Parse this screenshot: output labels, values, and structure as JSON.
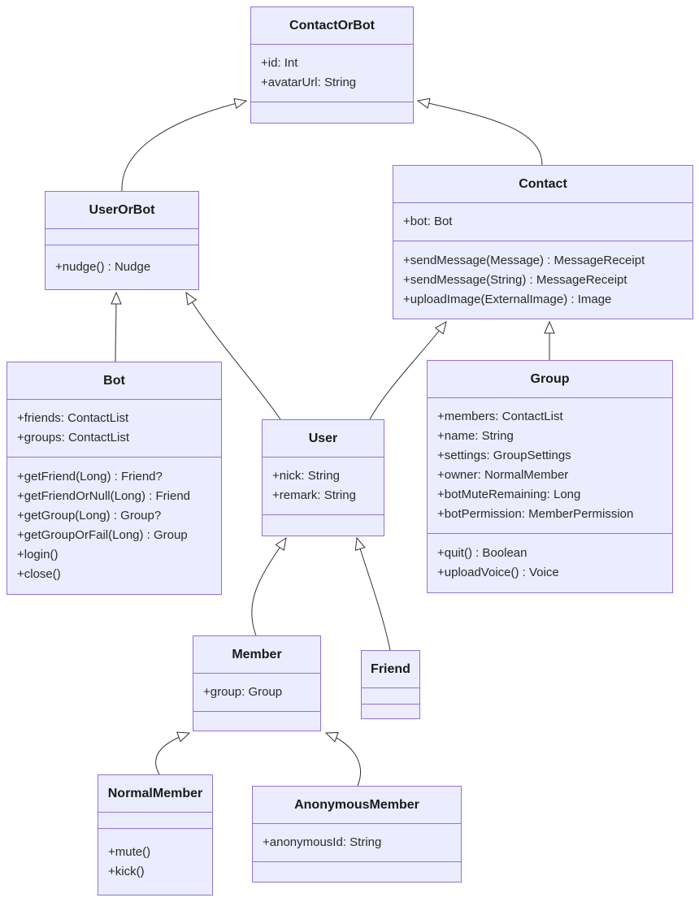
{
  "theme": {
    "node_fill": "#ECECFF",
    "node_border": "#9370DB",
    "edge_color": "#333333",
    "background": "#ffffff"
  },
  "diagram_type": "uml-class-diagram",
  "classes": {
    "contactOrBot": {
      "title": "ContactOrBot",
      "attributes": [
        "+id: Int",
        "+avatarUrl: String"
      ],
      "methods": []
    },
    "userOrBot": {
      "title": "UserOrBot",
      "attributes": [],
      "methods": [
        "+nudge() : Nudge"
      ]
    },
    "contact": {
      "title": "Contact",
      "attributes": [
        "+bot: Bot"
      ],
      "methods": [
        "+sendMessage(Message) : MessageReceipt",
        "+sendMessage(String) : MessageReceipt",
        "+uploadImage(ExternalImage) : Image"
      ]
    },
    "bot": {
      "title": "Bot",
      "attributes": [
        "+friends: ContactList",
        "+groups: ContactList"
      ],
      "methods": [
        "+getFriend(Long) : Friend?",
        "+getFriendOrNull(Long) : Friend",
        "+getGroup(Long) : Group?",
        "+getGroupOrFail(Long) : Group",
        "+login()",
        "+close()"
      ]
    },
    "user": {
      "title": "User",
      "attributes": [
        "+nick: String",
        "+remark: String"
      ],
      "methods": []
    },
    "group": {
      "title": "Group",
      "attributes": [
        "+members: ContactList",
        "+name: String",
        "+settings: GroupSettings",
        "+owner: NormalMember",
        "+botMuteRemaining: Long",
        "+botPermission: MemberPermission"
      ],
      "methods": [
        "+quit() : Boolean",
        "+uploadVoice() : Voice"
      ]
    },
    "member": {
      "title": "Member",
      "attributes": [
        "+group: Group"
      ],
      "methods": []
    },
    "friend": {
      "title": "Friend",
      "attributes": [],
      "methods": []
    },
    "normalMember": {
      "title": "NormalMember",
      "attributes": [],
      "methods": [
        "+mute()",
        "+kick()"
      ]
    },
    "anonymousMember": {
      "title": "AnonymousMember",
      "attributes": [
        "+anonymousId: String"
      ],
      "methods": []
    }
  },
  "relationships": [
    {
      "from": "UserOrBot",
      "to": "ContactOrBot",
      "type": "inheritance"
    },
    {
      "from": "Contact",
      "to": "ContactOrBot",
      "type": "inheritance"
    },
    {
      "from": "Bot",
      "to": "UserOrBot",
      "type": "inheritance"
    },
    {
      "from": "User",
      "to": "UserOrBot",
      "type": "inheritance"
    },
    {
      "from": "User",
      "to": "Contact",
      "type": "inheritance"
    },
    {
      "from": "Group",
      "to": "Contact",
      "type": "inheritance"
    },
    {
      "from": "Member",
      "to": "User",
      "type": "inheritance"
    },
    {
      "from": "Friend",
      "to": "User",
      "type": "inheritance"
    },
    {
      "from": "NormalMember",
      "to": "Member",
      "type": "inheritance"
    },
    {
      "from": "AnonymousMember",
      "to": "Member",
      "type": "inheritance"
    }
  ]
}
